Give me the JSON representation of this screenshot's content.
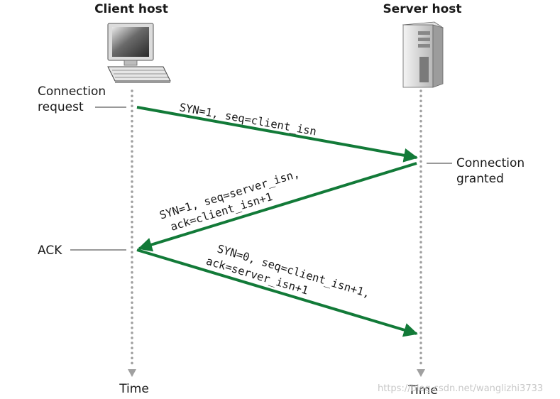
{
  "client_host_label": "Client host",
  "server_host_label": "Server host",
  "time_label_left": "Time",
  "time_label_right": "Time",
  "annotations": {
    "connection_request_line1": "Connection",
    "connection_request_line2": "request",
    "connection_granted_line1": "Connection",
    "connection_granted_line2": "granted",
    "ack": "ACK"
  },
  "messages": {
    "syn": "SYN=1, seq=client_isn",
    "synack_line1": "SYN=1, seq=server_isn,",
    "synack_line2": "ack=client_isn+1",
    "ack_line1": "SYN=0, seq=client_isn+1,",
    "ack_line2": "ack=server_isn+1"
  },
  "watermark": "https://blog.csdn.net/wanglizhi3733",
  "colors": {
    "arrow": "#127a38",
    "timeline": "#a0a0a0"
  }
}
